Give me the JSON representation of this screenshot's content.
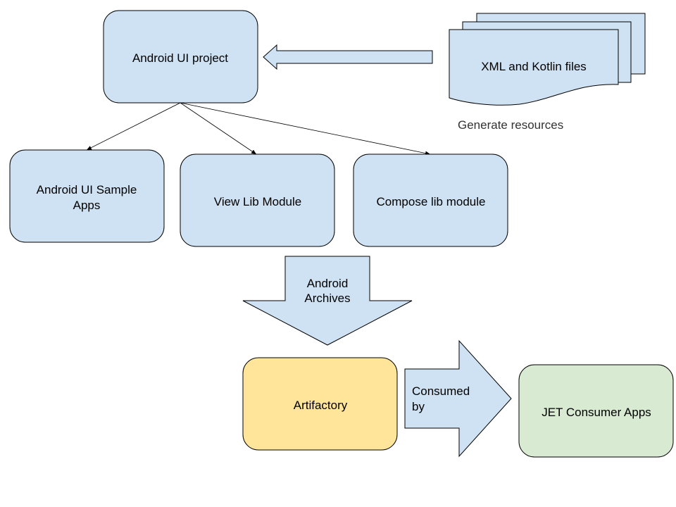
{
  "colors": {
    "blue": "#cfe2f3",
    "yellow": "#ffe599",
    "green": "#d9ead3",
    "stroke": "#000000",
    "canvas": "#ffffff"
  },
  "nodes": {
    "android_ui_project": "Android UI project",
    "xml_kotlin_files": "XML and Kotlin files",
    "generate_resources": "Generate resources",
    "sample_apps_line1": "Android UI Sample",
    "sample_apps_line2": "Apps",
    "view_lib_module": "View Lib Module",
    "compose_lib_module": "Compose lib module",
    "android_archives_line1": "Android",
    "android_archives_line2": "Archives",
    "artifactory": "Artifactory",
    "consumed_by_line1": "Consumed",
    "consumed_by_line2": "by",
    "jet_consumer_apps": "JET Consumer Apps"
  }
}
